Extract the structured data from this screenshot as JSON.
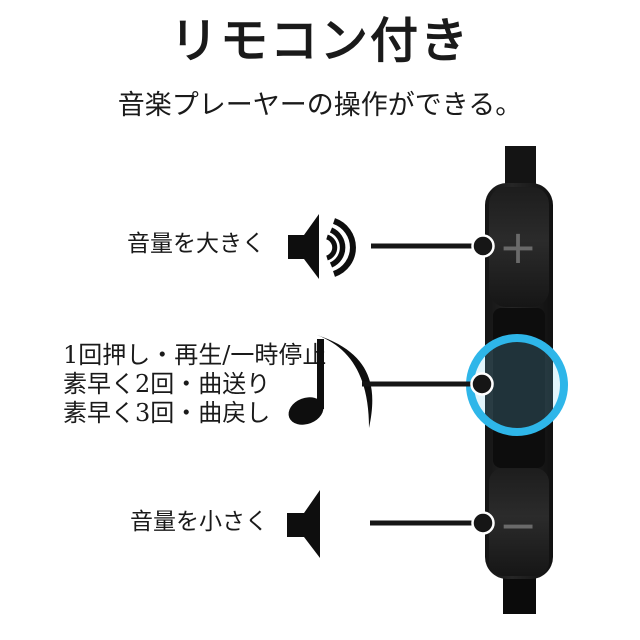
{
  "header": {
    "title": "リモコン付き",
    "subtitle": "音楽プレーヤーの操作ができる。"
  },
  "annotations": {
    "volume_up": {
      "label": "音量を大きく",
      "icon": "speaker-volume-up-icon",
      "target": "plus-button"
    },
    "play_pause": {
      "lines": [
        "1回押し・再生/一時停止",
        "素早く2回・曲送り",
        "素早く3回・曲戻し"
      ],
      "icon": "music-note-icon",
      "target": "center-button"
    },
    "volume_down": {
      "label": "音量を小さく",
      "icon": "speaker-volume-down-icon",
      "target": "minus-button"
    }
  },
  "remote": {
    "plus_symbol": "+",
    "minus_symbol": "−"
  },
  "colors": {
    "highlight_ring": "#2eb6e9",
    "highlight_fill": "rgba(110,205,240,0.20)",
    "text": "#1a1a1a",
    "line": "#161616",
    "remote_body": "#1e1e1e",
    "button_glyph": "#6a6a6a"
  }
}
